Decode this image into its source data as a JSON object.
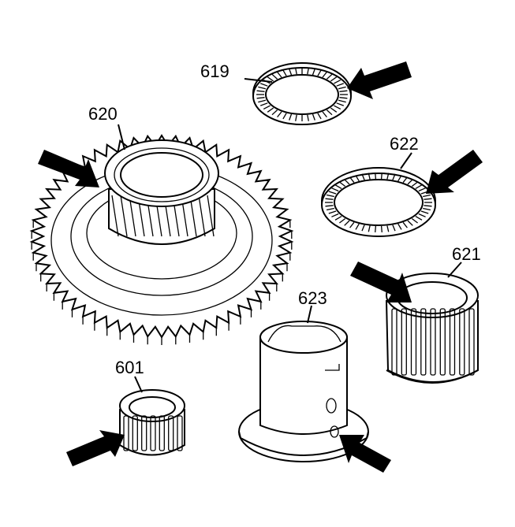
{
  "diagram": {
    "parts": [
      {
        "id": "619",
        "label": "619"
      },
      {
        "id": "620",
        "label": "620"
      },
      {
        "id": "622",
        "label": "622"
      },
      {
        "id": "621",
        "label": "621"
      },
      {
        "id": "623",
        "label": "623"
      },
      {
        "id": "601",
        "label": "601"
      }
    ],
    "colors": {
      "line": "#000000",
      "background": "#ffffff"
    }
  }
}
